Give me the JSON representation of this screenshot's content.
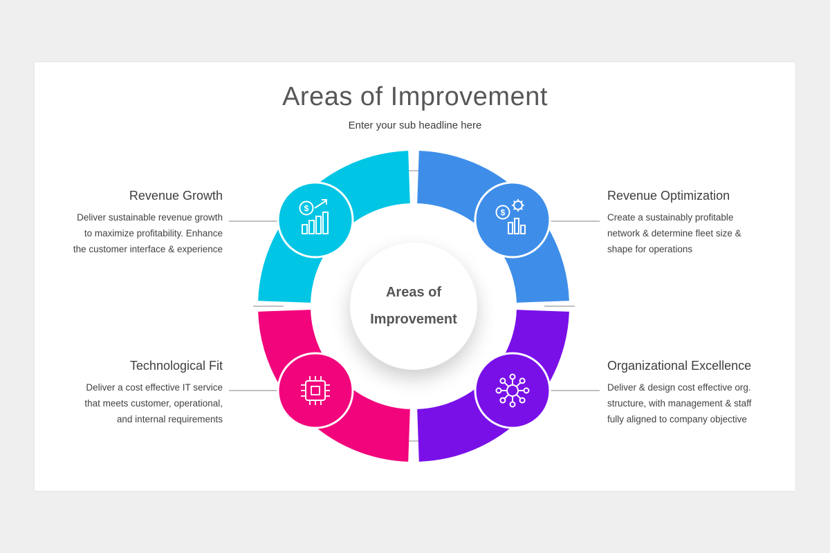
{
  "slide": {
    "title": "Areas of Improvement",
    "subtitle": "Enter your sub headline here",
    "center": {
      "line1": "Areas of",
      "line2": "Improvement"
    }
  },
  "glyphs": {
    "dollar": "$"
  },
  "items": [
    {
      "id": "revenue-growth",
      "title": "Revenue Growth",
      "color": "#00C5E4",
      "icon": "dollar-growth-chart-icon",
      "lines": [
        "Deliver sustainable revenue growth",
        "to maximize profitability. Enhance",
        "the customer interface & experience"
      ]
    },
    {
      "id": "revenue-optimization",
      "title": "Revenue Optimization",
      "color": "#3E8EE9",
      "icon": "profit-gear-chart-icon",
      "lines": [
        "Create a sustainably profitable",
        "network & determine fleet size &",
        "shape for operations"
      ]
    },
    {
      "id": "technological-fit",
      "title": "Technological Fit",
      "color": "#F2057C",
      "icon": "cpu-chip-icon",
      "lines": [
        "Deliver a cost effective IT service",
        "that meets customer, operational,",
        "and internal requirements"
      ]
    },
    {
      "id": "organizational-excellence",
      "title": "Organizational Excellence",
      "color": "#7910E8",
      "icon": "network-hub-icon",
      "lines": [
        "Deliver & design cost effective org.",
        "structure, with management & staff",
        "fully aligned to company objective"
      ]
    }
  ]
}
